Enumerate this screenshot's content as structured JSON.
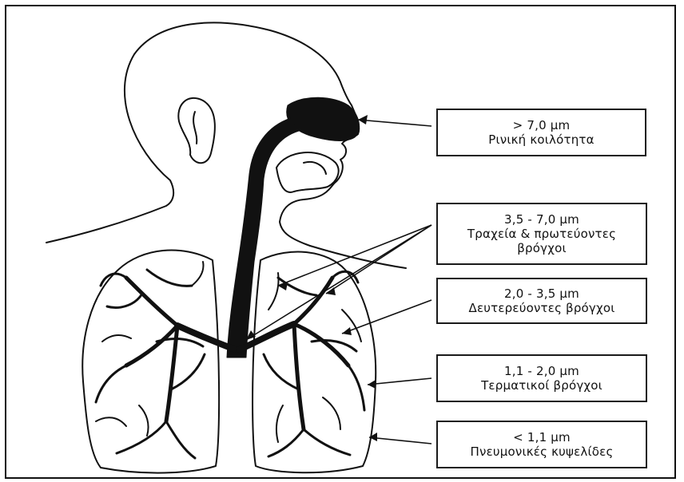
{
  "regions": [
    {
      "size": "> 7,0 μm",
      "name": "Ρινική κοιλότητα"
    },
    {
      "size": "3,5 - 7,0 μm",
      "name_line1": "Τραχεία & πρωτεύοντες",
      "name_line2": "βρόγχοι"
    },
    {
      "size": "2,0 - 3,5 μm",
      "name": "Δευτερεύοντες βρόγχοι"
    },
    {
      "size": "1,1 - 2,0 μm",
      "name": "Τερματικοί βρόγχοι"
    },
    {
      "size": "< 1,1 μm",
      "name": "Πνευμονικές κυψελίδες"
    }
  ],
  "colors": {
    "ink": "#111111",
    "background": "#ffffff"
  }
}
